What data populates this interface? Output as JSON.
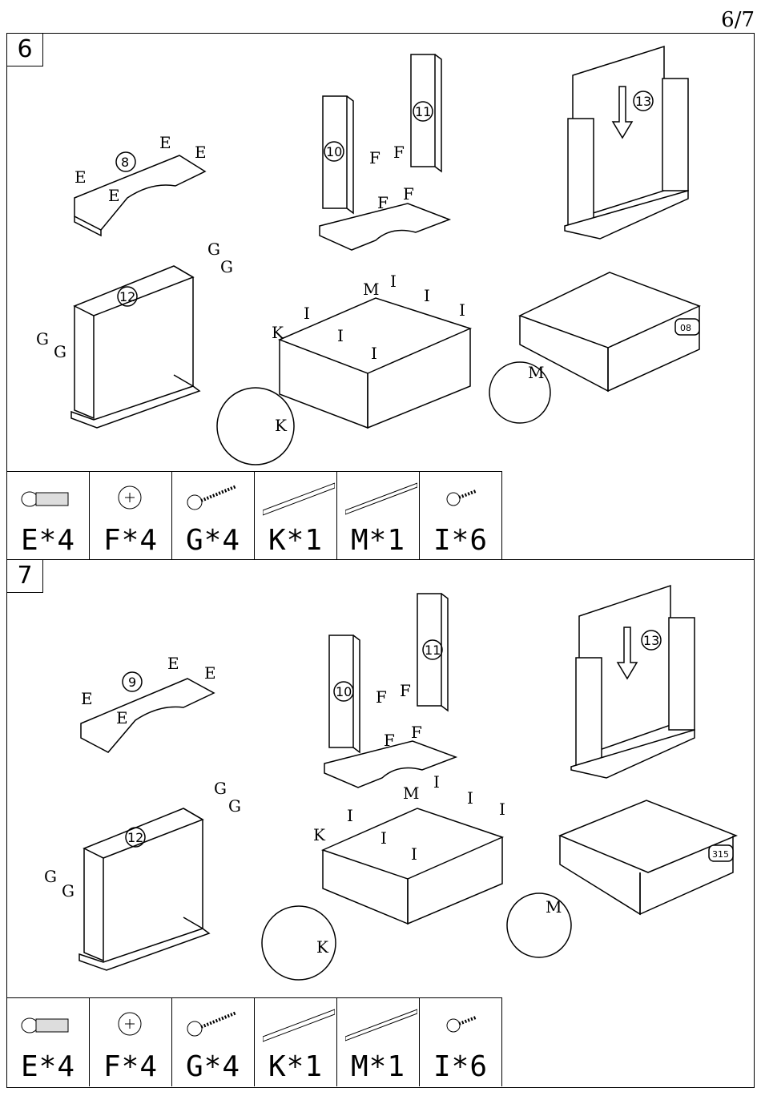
{
  "page_number": "6/7",
  "steps": [
    {
      "number": "6",
      "panel_labels": {
        "p8": "8",
        "p10": "10",
        "p11": "11",
        "p12": "12",
        "p13": "13",
        "badge": "08"
      },
      "parts": [
        {
          "label": "E*4",
          "icon": "cam-dowel-icon"
        },
        {
          "label": "F*4",
          "icon": "cam-lock-icon"
        },
        {
          "label": "G*4",
          "icon": "wood-screw-icon"
        },
        {
          "label": "K*1",
          "icon": "drawer-rail-icon"
        },
        {
          "label": "M*1",
          "icon": "runner-rail-icon"
        },
        {
          "label": "I*6",
          "icon": "short-screw-icon"
        }
      ]
    },
    {
      "number": "7",
      "panel_labels": {
        "p9": "9",
        "p10": "10",
        "p11": "11",
        "p12": "12",
        "p13": "13",
        "badge": "315"
      },
      "parts": [
        {
          "label": "E*4",
          "icon": "cam-dowel-icon"
        },
        {
          "label": "F*4",
          "icon": "cam-lock-icon"
        },
        {
          "label": "G*4",
          "icon": "wood-screw-icon"
        },
        {
          "label": "K*1",
          "icon": "drawer-rail-icon"
        },
        {
          "label": "M*1",
          "icon": "runner-rail-icon"
        },
        {
          "label": "I*6",
          "icon": "short-screw-icon"
        }
      ]
    }
  ],
  "letters": {
    "E": "E",
    "F": "F",
    "G": "G",
    "I": "I",
    "K": "K",
    "M": "M"
  }
}
